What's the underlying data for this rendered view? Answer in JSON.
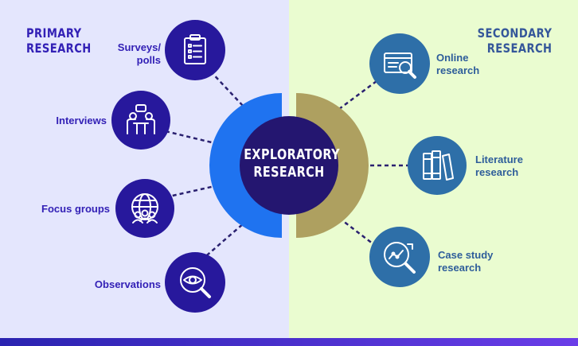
{
  "colors": {
    "left_background": "#e4e6fd",
    "right_background": "#eafcd0",
    "bottom_bar_start": "#2a23b0",
    "bottom_bar_end": "#6a3de8",
    "primary_heading": "#3321b6",
    "secondary_heading": "#35579a",
    "primary_node": "#27189c",
    "secondary_node": "#2e6fa8",
    "primary_label": "#3321b6",
    "secondary_label": "#2e5d9a",
    "center_circle": "#241670",
    "left_arc": "#1f73f0",
    "right_arc": "#aea060",
    "dash_line": "#2a2170"
  },
  "primary": {
    "heading_lines": [
      "PRIMARY",
      "RESEARCH"
    ],
    "items": [
      {
        "label_lines": [
          "Surveys/",
          "polls"
        ],
        "icon": "clipboard-checklist-icon"
      },
      {
        "label_lines": [
          "Interviews"
        ],
        "icon": "interview-table-icon"
      },
      {
        "label_lines": [
          "Focus groups"
        ],
        "icon": "group-globe-icon"
      },
      {
        "label_lines": [
          "Observations"
        ],
        "icon": "eye-magnifier-icon"
      }
    ]
  },
  "secondary": {
    "heading_lines": [
      "SECONDARY",
      "RESEARCH"
    ],
    "items": [
      {
        "label_lines": [
          "Online",
          "research"
        ],
        "icon": "browser-search-icon"
      },
      {
        "label_lines": [
          "Literature",
          "research"
        ],
        "icon": "books-icon"
      },
      {
        "label_lines": [
          "Case study",
          "research"
        ],
        "icon": "analysis-magnifier-icon"
      }
    ]
  },
  "center": {
    "title_lines": [
      "EXPLORATORY",
      "RESEARCH"
    ]
  }
}
